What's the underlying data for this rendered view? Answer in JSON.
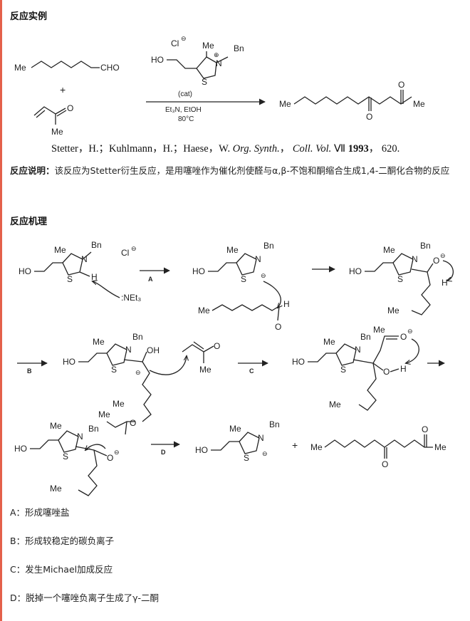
{
  "sections": {
    "example_title": "反应实例",
    "explanation_label": "反应说明：",
    "explanation_text": "该反应为Stetter衍生反应，是用噻唑作为催化剂使醛与α,β-不饱和酮缩合生成1,4-二酮化合物的反应",
    "mechanism_title": "反应机理"
  },
  "citation": {
    "authors": "Stetter，H.；Kuhlmann，H.；Haese，W.",
    "journal": "Org. Synth.",
    "volume": "Coll. Vol.",
    "vol_num": "Ⅶ",
    "year": "1993",
    "pages": "620."
  },
  "reaction": {
    "catalyst_anion": "Cl",
    "anion_charge": "⊖",
    "me": "Me",
    "bn": "Bn",
    "ho": "HO",
    "n": "N",
    "s": "S",
    "plus_charge": "⊕",
    "aldehyde_group": "CHO",
    "plus_sign": "+",
    "o": "O",
    "cat_label": "(cat)",
    "base_solvent": "Et₃N, EtOH",
    "temperature": "80°C",
    "h": "H",
    "oh": "OH",
    "base": ":NEt₃",
    "step_a": "A",
    "step_b": "B",
    "step_c": "C",
    "step_d": "D"
  },
  "steps": [
    {
      "label": "A：形成噻唑盐"
    },
    {
      "label": "B：形成较稳定的碳负离子"
    },
    {
      "label": "C：发生Michael加成反应"
    },
    {
      "label": "D：脱掉一个噻唑负离子生成了γ-二酮"
    }
  ],
  "colors": {
    "accent": "#e4604a",
    "text": "#222222"
  }
}
